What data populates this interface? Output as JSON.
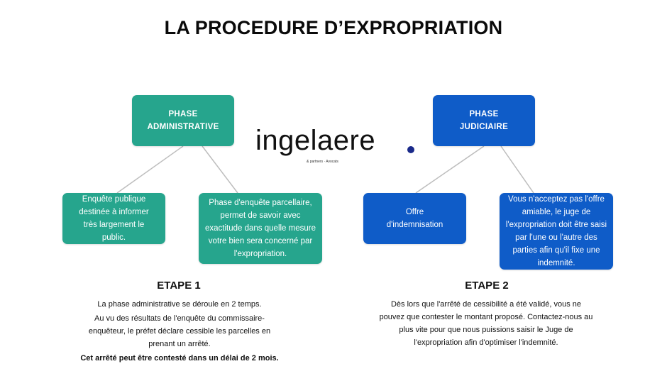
{
  "title": "LA PROCEDURE D’EXPROPRIATION",
  "colors": {
    "admin": "#26a58d",
    "judiciaire": "#0f5cc8"
  },
  "logo": {
    "word": "ingelaere",
    "tagline": "& partners · Avocats"
  },
  "phases": {
    "administrative": {
      "label": "PHASE ADMINISTRATIVE",
      "children": [
        "Enquête publique destinée à informer très largement le public.",
        "Phase d'enquête parcellaire, permet de savoir avec exactitude dans quelle mesure votre bien sera concerné par l'expropriation."
      ]
    },
    "judiciaire": {
      "label": "PHASE JUDICIAIRE",
      "children": [
        "Offre d'indemnisation",
        "Vous n'acceptez pas l'offre amiable, le juge de l'expropriation doit être saisi par l'une ou l'autre des parties afin qu'il fixe une indemnité."
      ]
    }
  },
  "steps": [
    {
      "title": "ETAPE 1",
      "paragraphs": [
        "La phase administrative se déroule en 2 temps.",
        "Au vu des résultats de l'enquête du commissaire-enquêteur, le préfet déclare cessible les parcelles en prenant un arrêté."
      ],
      "emphasis": "Cet arrêté peut être contesté dans un délai de 2 mois."
    },
    {
      "title": "ETAPE 2",
      "paragraphs": [
        "Dès lors que l'arrêté de cessibilité a été validé, vous ne pouvez que contester le montant proposé. Contactez-nous au plus vite pour que nous puissions saisir le Juge de l'expropriation afin d'optimiser l'indemnité."
      ]
    }
  ]
}
